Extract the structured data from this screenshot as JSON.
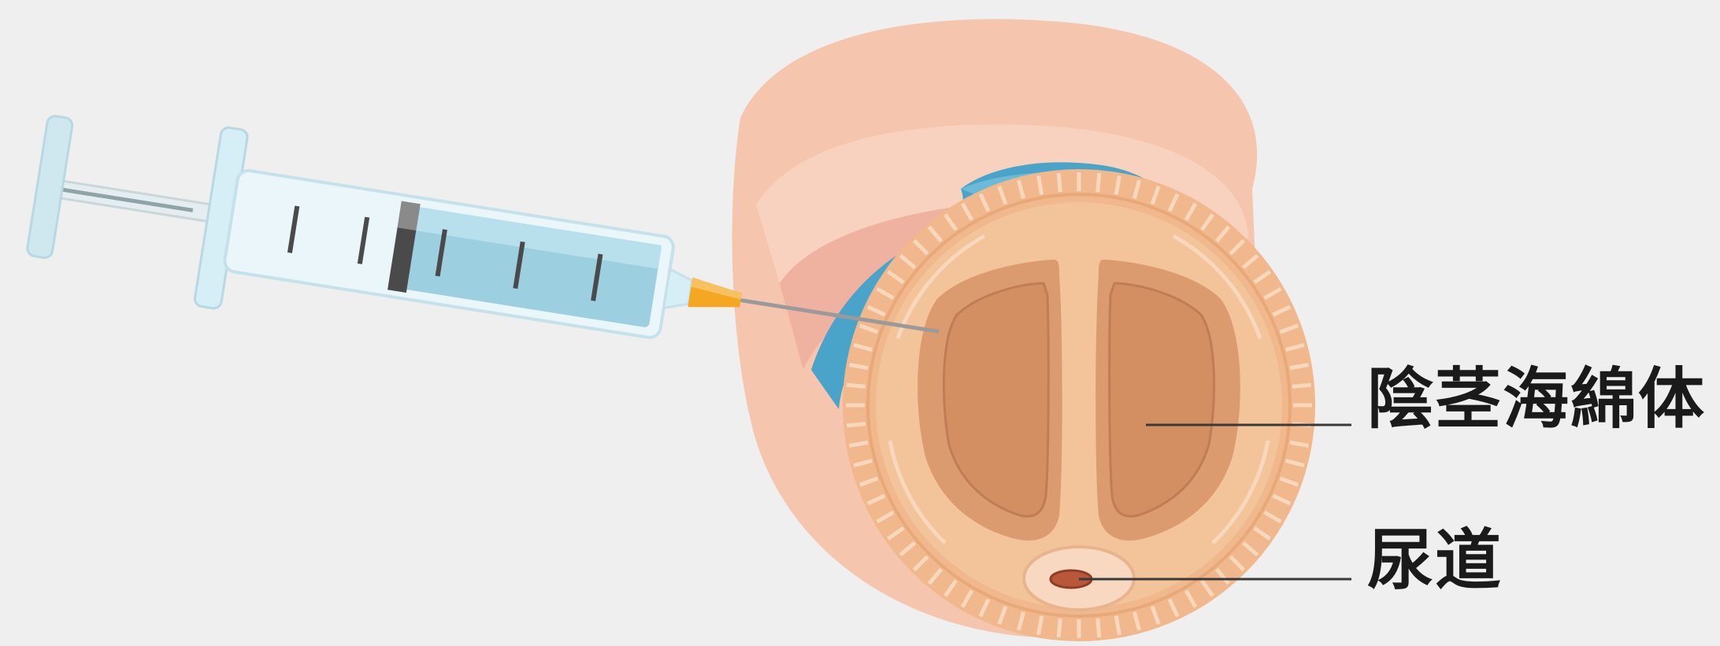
{
  "labels": {
    "corpus_cavernosum": "陰茎海綿体",
    "urethra": "尿道"
  },
  "icons": [
    "syringe-icon",
    "penis-cross-section"
  ],
  "colors": {
    "background": "#efefef",
    "skin_outer": "#f6c5ae",
    "skin_inner_band": "#f8d2bf",
    "vein_blue": "#4aa3c8",
    "tunica_ring": "#f0b88c",
    "cavernous_tissue": "#dc9a6f",
    "urethra": "#b8573a",
    "syringe_barrel": "#d6eef5",
    "syringe_liquid": "#9ccfdf",
    "needle_hub": "#f5a623",
    "label_text": "#1a1a1a"
  }
}
